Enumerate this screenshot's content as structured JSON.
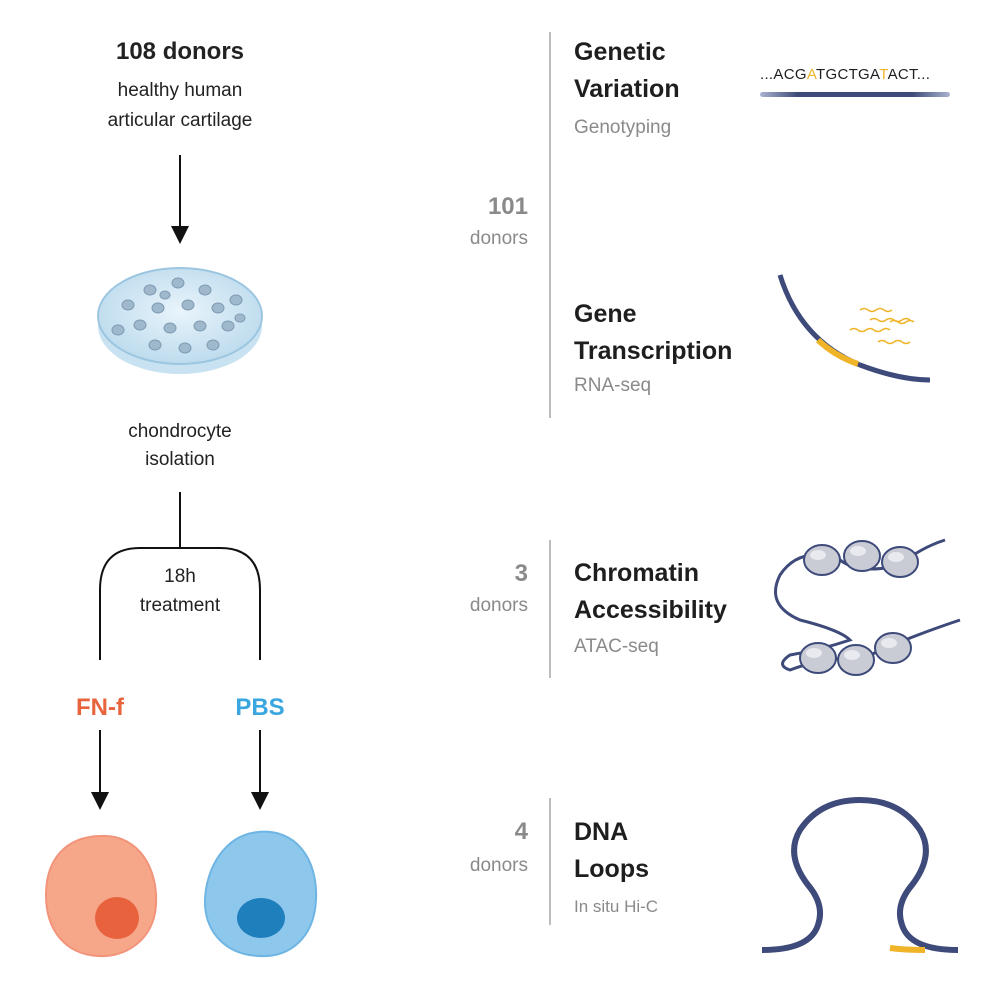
{
  "left": {
    "donors_title": "108 donors",
    "source_line1": "healthy human",
    "source_line2": "articular cartilage",
    "isolation_line1": "chondrocyte",
    "isolation_line2": "isolation",
    "treatment_line1": "18h",
    "treatment_line2": "treatment",
    "conditions": [
      {
        "label": "FN-f",
        "color": "#e8643c"
      },
      {
        "label": "PBS",
        "color": "#3aa6e0"
      }
    ]
  },
  "right": {
    "groups": [
      {
        "count": "101",
        "unit": "donors"
      },
      {
        "count": "3",
        "unit": "donors"
      },
      {
        "count": "4",
        "unit": "donors"
      }
    ],
    "assays": [
      {
        "title_line1": "Genetic",
        "title_line2": "Variation",
        "method": "Genotyping"
      },
      {
        "title_line1": "Gene",
        "title_line2": "Transcription",
        "method": "RNA-seq"
      },
      {
        "title_line1": "Chromatin",
        "title_line2": "Accessibility",
        "method": "ATAC-seq"
      },
      {
        "title_line1": "DNA",
        "title_line2": "Loops",
        "method": "In situ Hi-C"
      }
    ],
    "sequence": {
      "prefix": "...ACG",
      "snp1": "A",
      "middle": "TGCTGA",
      "snp2": "T",
      "suffix": "ACT..."
    }
  },
  "colors": {
    "dna": "#3d4a7a",
    "highlight": "#f0b429",
    "divider": "#bdbdbd"
  }
}
